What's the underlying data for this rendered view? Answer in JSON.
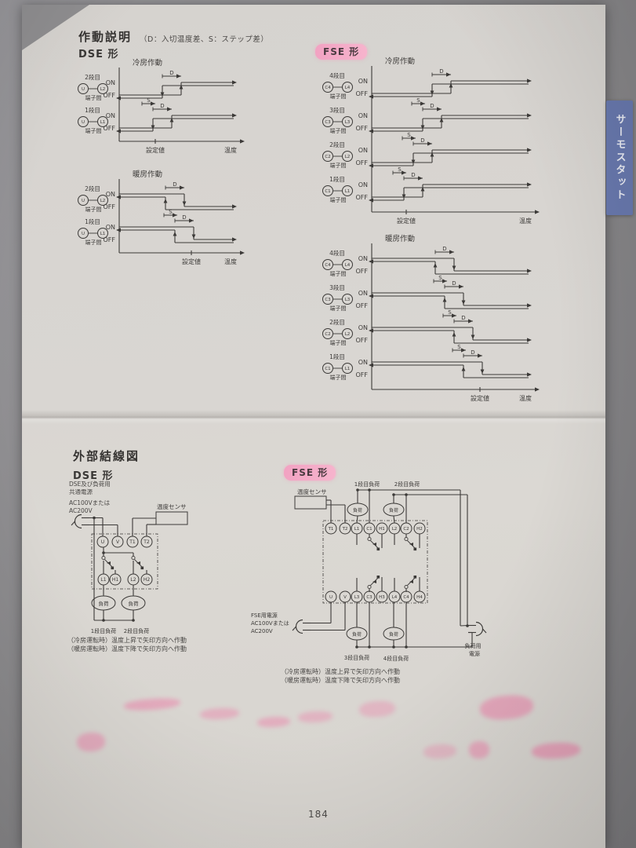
{
  "page_number": "184",
  "side_tab": {
    "label": "サーモスタット"
  },
  "colors": {
    "paper": "#d8d5d1",
    "desk": "#8b8a8c",
    "ink": "#3c3a38",
    "pink_highlight": "#f2a2c2",
    "tab_blue": "#6878ad",
    "smudge_pink": "#f06da0"
  },
  "operation_section": {
    "title": "作動説明",
    "legend": "（D：入切温度差、S：ステップ差）",
    "dse_label": "DSE 形",
    "fse_label": "FSE 形"
  },
  "timing_charts": [
    {
      "id": "dse_cooling",
      "title": "冷房作動",
      "mode": "cooling",
      "axis": {
        "on": "ON",
        "off": "OFF",
        "setpoint": "設定値",
        "temperature": "温度"
      },
      "channels": [
        {
          "stage": "2段目",
          "terminal_a": "U",
          "terminal_b": "L2",
          "suffix": "端子間",
          "markers": [
            "D"
          ]
        },
        {
          "stage": "1段目",
          "terminal_a": "U",
          "terminal_b": "L1",
          "suffix": "端子間",
          "markers": [
            "S",
            "D"
          ]
        }
      ]
    },
    {
      "id": "dse_heating",
      "title": "暖房作動",
      "mode": "heating",
      "axis": {
        "on": "ON",
        "off": "OFF",
        "setpoint": "設定値",
        "temperature": "温度"
      },
      "channels": [
        {
          "stage": "2段目",
          "terminal_a": "U",
          "terminal_b": "L2",
          "suffix": "端子間",
          "markers": [
            "D"
          ]
        },
        {
          "stage": "1段目",
          "terminal_a": "U",
          "terminal_b": "L1",
          "suffix": "端子間",
          "markers": [
            "S",
            "D"
          ]
        }
      ]
    },
    {
      "id": "fse_cooling",
      "title": "冷房作動",
      "mode": "cooling",
      "axis": {
        "on": "ON",
        "off": "OFF",
        "setpoint": "設定値",
        "temperature": "温度"
      },
      "channels": [
        {
          "stage": "4段目",
          "terminal_a": "C4",
          "terminal_b": "L4",
          "suffix": "端子間",
          "markers": [
            "D"
          ]
        },
        {
          "stage": "3段目",
          "terminal_a": "C3",
          "terminal_b": "L3",
          "suffix": "端子間",
          "markers": [
            "S",
            "D"
          ]
        },
        {
          "stage": "2段目",
          "terminal_a": "C2",
          "terminal_b": "L2",
          "suffix": "端子間",
          "markers": [
            "S",
            "D"
          ]
        },
        {
          "stage": "1段目",
          "terminal_a": "C1",
          "terminal_b": "L1",
          "suffix": "端子間",
          "markers": [
            "S",
            "D"
          ]
        }
      ]
    },
    {
      "id": "fse_heating",
      "title": "暖房作動",
      "mode": "heating",
      "axis": {
        "on": "ON",
        "off": "OFF",
        "setpoint": "設定値",
        "temperature": "温度"
      },
      "channels": [
        {
          "stage": "4段目",
          "terminal_a": "C4",
          "terminal_b": "L4",
          "suffix": "端子間",
          "markers": [
            "D"
          ]
        },
        {
          "stage": "3段目",
          "terminal_a": "C3",
          "terminal_b": "L3",
          "suffix": "端子間",
          "markers": [
            "S",
            "D"
          ]
        },
        {
          "stage": "2段目",
          "terminal_a": "C2",
          "terminal_b": "L2",
          "suffix": "端子間",
          "markers": [
            "S",
            "D"
          ]
        },
        {
          "stage": "1段目",
          "terminal_a": "C1",
          "terminal_b": "L1",
          "suffix": "端子間",
          "markers": [
            "S",
            "D"
          ]
        }
      ]
    }
  ],
  "wiring_section": {
    "title": "外部結線図",
    "dse_label": "DSE 形",
    "fse_label": "FSE 形",
    "dse": {
      "power_lines": [
        "DSE及び負荷用",
        "共通電源",
        "AC100Vまたは",
        "AC200V"
      ],
      "sensor_label": "温度センサ",
      "terminals_top": [
        "U",
        "V",
        "T1",
        "T2"
      ],
      "terminals_bottom": [
        "L1",
        "H1",
        "L2",
        "H2"
      ],
      "load_label": "負荷",
      "load_captions": [
        "1段目負荷",
        "2段目負荷"
      ],
      "notes": [
        "（冷房運転時）温度上昇で矢印方向へ作動",
        "（暖房運転時）温度下降で矢印方向へ作動"
      ]
    },
    "fse": {
      "sensor_label": "温度センサ",
      "top_load_captions": [
        "1段目負荷",
        "2段目負荷"
      ],
      "terminals_row1": [
        "T1",
        "T2",
        "L1",
        "C1",
        "H1",
        "L2",
        "C2",
        "H2"
      ],
      "terminals_row2": [
        "U",
        "V",
        "L3",
        "C3",
        "H3",
        "L4",
        "C4",
        "H4"
      ],
      "power_lines": [
        "FSE用電源",
        "AC100Vまたは",
        "AC200V"
      ],
      "load_label": "負荷",
      "bottom_load_captions": [
        "3段目負荷",
        "4段目負荷"
      ],
      "load_power_lines": [
        "負荷用",
        "電源"
      ],
      "notes": [
        "（冷房運転時）温度上昇で矢印方向へ作動",
        "（暖房運転時）温度下降で矢印方向へ作動"
      ]
    }
  }
}
